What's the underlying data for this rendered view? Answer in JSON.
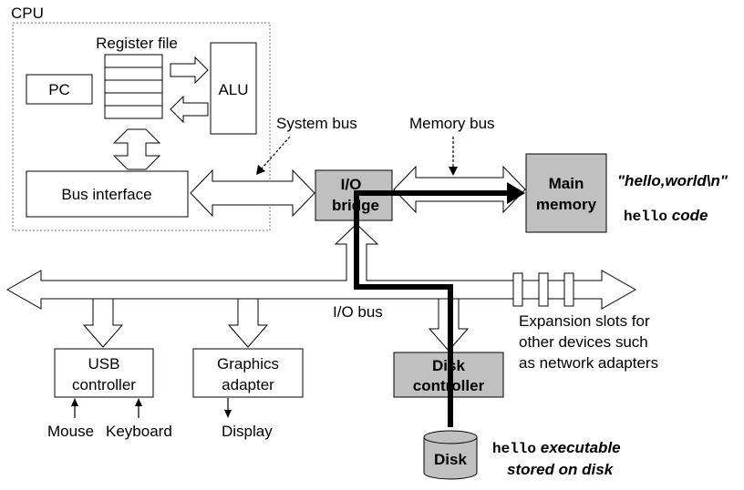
{
  "cpu": {
    "title": "CPU",
    "register_file": "Register file",
    "pc": "PC",
    "alu": "ALU",
    "bus_interface": "Bus interface"
  },
  "buses": {
    "system_bus": "System bus",
    "memory_bus": "Memory bus",
    "io_bus": "I/O bus"
  },
  "io_bridge": {
    "line1": "I/O",
    "line2": "bridge"
  },
  "main_memory": {
    "line1": "Main",
    "line2": "memory"
  },
  "memory_contents": {
    "string": "\"hello,world\\n\"",
    "code_prefix": "hello",
    "code_suffix": " code"
  },
  "usb_controller": {
    "line1": "USB",
    "line2": "controller",
    "mouse": "Mouse",
    "keyboard": "Keyboard"
  },
  "graphics_adapter": {
    "line1": "Graphics",
    "line2": "adapter",
    "display": "Display"
  },
  "disk_controller": {
    "line1": "Disk",
    "line2": "controller"
  },
  "disk": {
    "label": "Disk"
  },
  "expansion": {
    "line1": "Expansion slots for",
    "line2": "other devices such",
    "line3": "as network adapters"
  },
  "disk_caption": {
    "prefix": "hello",
    "suffix": " executable",
    "line2": "stored on disk"
  },
  "colors": {
    "component_fill": "#c0c0c0",
    "path_color": "#000000",
    "background": "#ffffff"
  }
}
